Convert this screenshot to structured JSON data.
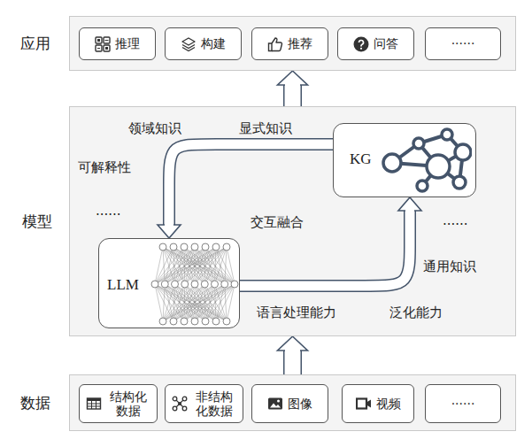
{
  "diagram": {
    "nodes": [
      {
        "text": [
          "应用"
        ]
      },
      {
        "text": [
          "推理"
        ],
        "in": 0
      },
      {
        "text": [
          "构建"
        ],
        "in": 0
      },
      {
        "text": [
          "推荐"
        ],
        "in": 0
      },
      {
        "text": [
          "问答"
        ],
        "in": 0
      },
      {
        "text": [
          "······"
        ],
        "in": 0
      },
      {
        "text": [
          "模型"
        ]
      },
      {
        "text": [
          "KG"
        ],
        "in": 6
      },
      {
        "text": [
          "LLM"
        ],
        "in": 6
      },
      {
        "text": [
          "数据"
        ]
      },
      {
        "text": [
          "结构化 数据"
        ],
        "in": 9
      },
      {
        "text": [
          "非结构 化数据"
        ],
        "in": 9
      },
      {
        "text": [
          "图像"
        ],
        "in": 9
      },
      {
        "text": [
          "视频"
        ],
        "in": 9
      },
      {
        "text": [
          "······"
        ],
        "in": 9
      }
    ],
    "edges": [
      {
        "from": 9,
        "to": 6,
        "arrow": "to"
      },
      {
        "from": 6,
        "to": 0,
        "arrow": "to"
      },
      {
        "from": 7,
        "to": 8,
        "arrow": "to"
      },
      {
        "from": 8,
        "to": 7,
        "arrow": "to"
      }
    ],
    "labels": [
      "领域知识",
      "显式知识",
      "可解释性",
      "······",
      "交互融合",
      "······",
      "通用知识",
      "语言处理能力",
      "泛化能力"
    ]
  }
}
